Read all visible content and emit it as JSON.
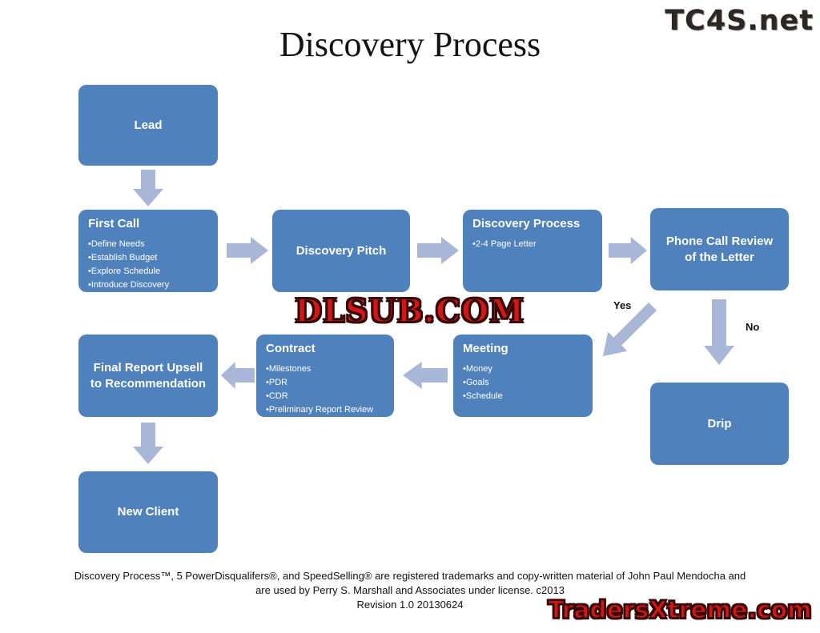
{
  "title": "Discovery Process",
  "watermarks": {
    "top_right": "TC4S.net",
    "center": "DLSUB.COM",
    "bottom_right": "TradersXtreme.com"
  },
  "colors": {
    "node_fill": "#4f81bd",
    "node_text": "#ffffff",
    "arrow_fill": "#a8b7d8",
    "watermark_red": "#d91414"
  },
  "nodes": {
    "lead": {
      "title": "Lead"
    },
    "first_call": {
      "title": "First Call",
      "bullets": [
        "Define Needs",
        "Establish Budget",
        "Explore Schedule",
        "Introduce Discovery"
      ]
    },
    "discovery_pitch": {
      "title": "Discovery Pitch"
    },
    "discovery_process": {
      "title": "Discovery Process",
      "bullets": [
        "2-4 Page Letter"
      ]
    },
    "phone_call_review": {
      "title": "Phone Call Review of the Letter"
    },
    "drip": {
      "title": "Drip"
    },
    "meeting": {
      "title": "Meeting",
      "bullets": [
        "Money",
        "Goals",
        "Schedule"
      ]
    },
    "contract": {
      "title": "Contract",
      "bullets": [
        "Milestones",
        "PDR",
        "CDR",
        "Preliminary Report Review"
      ]
    },
    "final_report": {
      "title": "Final Report Upsell to Recommendation"
    },
    "new_client": {
      "title": "New Client"
    }
  },
  "edge_labels": {
    "yes": "Yes",
    "no": "No"
  },
  "footer": {
    "line1": "Discovery Process™, 5 PowerDisqualifers®,  and SpeedSelling® are registered trademarks and copy-written material of John Paul Mendocha and",
    "line2": "are used by Perry S. Marshall and Associates under license.   c2013",
    "line3": "Revision 1.0 20130624"
  }
}
